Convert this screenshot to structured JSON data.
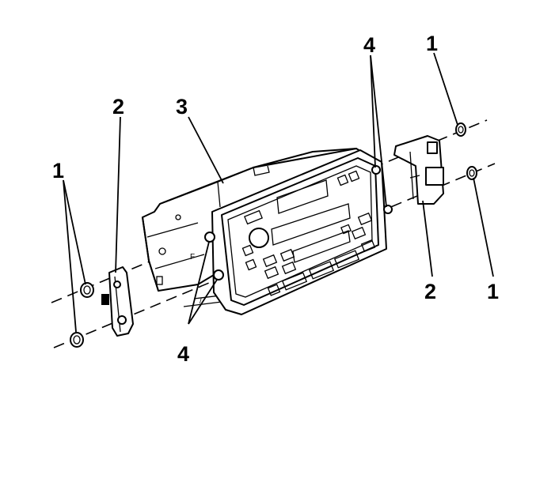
{
  "callouts": {
    "nut_left_top": "1",
    "nut_right_top": "1",
    "nut_right_bottom": "1",
    "bracket_left": "2",
    "bracket_right": "2",
    "radio": "3",
    "screw_top": "4",
    "screw_bottom": "4"
  },
  "colors": {
    "line": "#000000",
    "background": "#ffffff"
  }
}
